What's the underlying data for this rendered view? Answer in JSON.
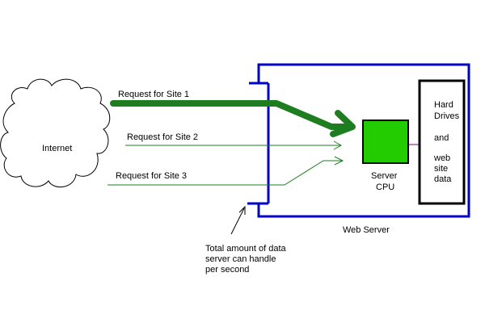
{
  "internet": {
    "label": "Internet"
  },
  "requests": [
    {
      "label": "Request for Site 1"
    },
    {
      "label": "Request for Site 2"
    },
    {
      "label": "Request for Site 3"
    }
  ],
  "server": {
    "label": "Web Server",
    "cpu_line1": "Server",
    "cpu_line2": "CPU"
  },
  "storage": {
    "lines": [
      "Hard",
      "Drives",
      "and",
      "web",
      "site",
      "data"
    ]
  },
  "note": {
    "lines": [
      "Total amount of data",
      "server can handle",
      "per second"
    ]
  },
  "colors": {
    "server_border": "#0000cc",
    "request_line": "#1e7d1e",
    "cpu_fill": "#22cc00",
    "data_arrow": "#800080",
    "outline": "#000000"
  }
}
